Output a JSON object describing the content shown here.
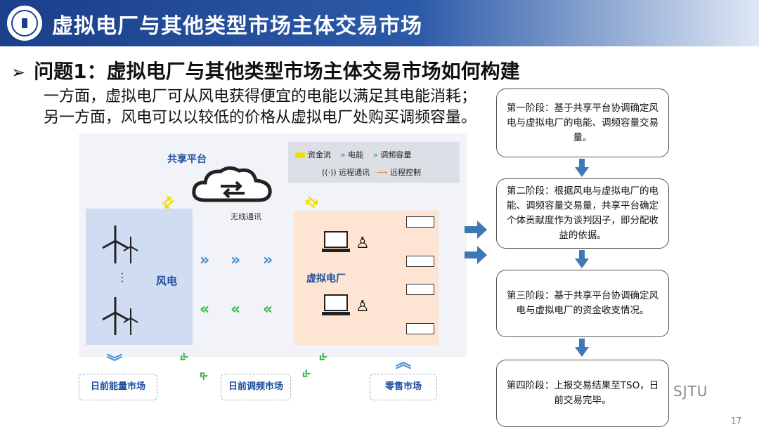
{
  "header": {
    "title": "虚拟电厂与其他类型市场主体交易市场"
  },
  "subhead": {
    "arrow": "➢",
    "text": "问题1：虚拟电厂与其他类型市场主体交易市场如何构建"
  },
  "description": "一方面，虚拟电厂可从风电获得便宜的电能以满足其电能消耗；另一方面，风电可以以较低的价格从虚拟电厂处购买调频容量。",
  "diagram": {
    "legend": {
      "capital_flow": "资金流",
      "electric_energy": "电能",
      "frequency_capacity": "调频容量",
      "remote_comm": "远程通讯",
      "remote_control": "远程控制"
    },
    "shared_platform": "共享平台",
    "wireless_comm": "无线通讯",
    "wind_power": "风电",
    "virtual_power_plant": "虚拟电厂",
    "markets": {
      "day_ahead_energy": "日前能量市场",
      "day_ahead_regulation": "日前调频市场",
      "retail": "零售市场"
    }
  },
  "stages": [
    {
      "text": "第一阶段：基于共享平台协调确定风电与虚拟电厂的电能、调频容量交易量。"
    },
    {
      "text": "第二阶段：根据风电与虚拟电厂的电能、调频容量交易量，共享平台确定个体贡献度作为谈判因子，即分配收益的依据。"
    },
    {
      "text": "第三阶段：基于共享平台协调确定风电与虚拟电厂的资金收支情况。"
    },
    {
      "text": "第四阶段：上报交易结果至TSO，日前交易完毕。"
    }
  ],
  "footer": {
    "logo_text": "SJTU",
    "page": "17"
  },
  "colors": {
    "header": "#1b3f8b",
    "wind_bg": "#cfdcf1",
    "vpp_bg": "#fde4d3",
    "energy": "#3a8fd8",
    "regulation": "#35b34a",
    "capital": "#f2e000"
  }
}
